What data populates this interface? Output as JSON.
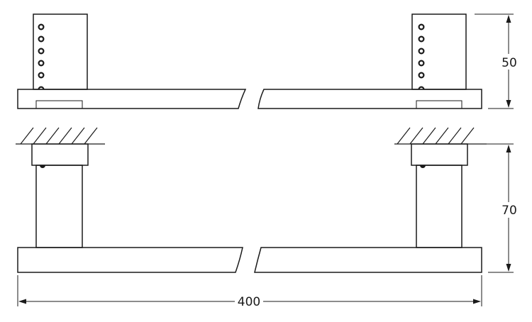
{
  "dimensions": {
    "depth": "50",
    "projection": "70",
    "length": "400"
  },
  "colors": {
    "line": "#1a1a1a",
    "background": "#ffffff"
  }
}
